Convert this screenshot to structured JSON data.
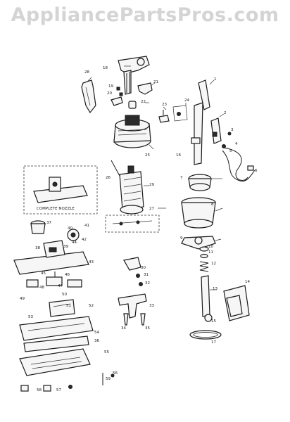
{
  "watermark": "AppliancePartsPros.com",
  "inset_label": "COMPLETE NOZZLE",
  "part_numbers": [
    "1",
    "2",
    "3",
    "4",
    "5",
    "6",
    "7",
    "8",
    "9",
    "10",
    "11",
    "12",
    "13",
    "14",
    "15",
    "16",
    "17",
    "18",
    "19",
    "20",
    "21",
    "22",
    "23",
    "24",
    "25",
    "26",
    "27",
    "28",
    "29",
    "30",
    "31",
    "32",
    "33",
    "34",
    "35",
    "36",
    "37",
    "38",
    "39",
    "40",
    "41",
    "42",
    "43",
    "44",
    "45",
    "46",
    "47",
    "48",
    "49",
    "50",
    "51",
    "52",
    "53",
    "54",
    "55",
    "56",
    "57",
    "58",
    "59"
  ]
}
